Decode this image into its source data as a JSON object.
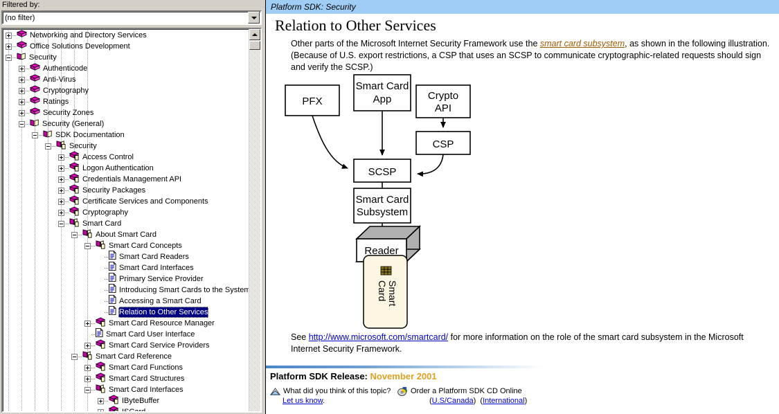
{
  "left_pane": {
    "filter_label": "Filtered by:",
    "filter_value": "(no filter)",
    "filter_arrow_icon": "chevron-down-icon",
    "scrollbar": {
      "up_icon": "scroll-up-arrow-icon"
    },
    "tree": [
      {
        "label": "Networking and Directory Services",
        "depth": 0,
        "state": "plus",
        "icon": "closed-book-icon"
      },
      {
        "label": "Office Solutions Development",
        "depth": 0,
        "state": "plus",
        "icon": "closed-book-icon"
      },
      {
        "label": "Security",
        "depth": 0,
        "state": "minus",
        "icon": "open-book-icon"
      },
      {
        "label": "Authenticode",
        "depth": 1,
        "state": "plus",
        "icon": "closed-book-icon"
      },
      {
        "label": "Anti-Virus",
        "depth": 1,
        "state": "plus",
        "icon": "closed-book-icon"
      },
      {
        "label": "Cryptography",
        "depth": 1,
        "state": "plus",
        "icon": "closed-book-icon"
      },
      {
        "label": "Ratings",
        "depth": 1,
        "state": "plus",
        "icon": "closed-book-icon"
      },
      {
        "label": "Security Zones",
        "depth": 1,
        "state": "plus",
        "icon": "closed-book-icon"
      },
      {
        "label": "Security (General)",
        "depth": 1,
        "state": "minus",
        "icon": "open-book-icon"
      },
      {
        "label": "SDK Documentation",
        "depth": 2,
        "state": "minus",
        "icon": "open-book-icon"
      },
      {
        "label": "Security",
        "depth": 3,
        "state": "minus",
        "icon": "open-book-page-icon"
      },
      {
        "label": "Access Control",
        "depth": 4,
        "state": "plus",
        "icon": "closed-book-page-icon"
      },
      {
        "label": "Logon Authentication",
        "depth": 4,
        "state": "plus",
        "icon": "closed-book-page-icon"
      },
      {
        "label": "Credentials Management API",
        "depth": 4,
        "state": "plus",
        "icon": "closed-book-page-icon"
      },
      {
        "label": "Security Packages",
        "depth": 4,
        "state": "plus",
        "icon": "closed-book-page-icon"
      },
      {
        "label": "Certificate Services and Components",
        "depth": 4,
        "state": "plus",
        "icon": "closed-book-page-icon"
      },
      {
        "label": "Cryptography",
        "depth": 4,
        "state": "plus",
        "icon": "closed-book-page-icon"
      },
      {
        "label": "Smart Card",
        "depth": 4,
        "state": "minus",
        "icon": "open-book-page-icon"
      },
      {
        "label": "About Smart Card",
        "depth": 5,
        "state": "minus",
        "icon": "open-book-page-icon"
      },
      {
        "label": "Smart Card Concepts",
        "depth": 6,
        "state": "minus",
        "icon": "open-book-page-icon"
      },
      {
        "label": "Smart Card Readers",
        "depth": 7,
        "state": "none",
        "icon": "page-icon"
      },
      {
        "label": "Smart Card Interfaces",
        "depth": 7,
        "state": "none",
        "icon": "page-icon"
      },
      {
        "label": "Primary Service Provider",
        "depth": 7,
        "state": "none",
        "icon": "page-icon"
      },
      {
        "label": "Introducing Smart Cards to the System",
        "depth": 7,
        "state": "none",
        "icon": "page-icon"
      },
      {
        "label": "Accessing a Smart Card",
        "depth": 7,
        "state": "none",
        "icon": "page-icon"
      },
      {
        "label": "Relation to Other Services",
        "depth": 7,
        "state": "none",
        "icon": "page-icon",
        "selected": true
      },
      {
        "label": "Smart Card Resource Manager",
        "depth": 6,
        "state": "plus",
        "icon": "closed-book-page-icon"
      },
      {
        "label": "Smart Card User Interface",
        "depth": 6,
        "state": "none",
        "icon": "page-icon"
      },
      {
        "label": "Smart Card Service Providers",
        "depth": 6,
        "state": "plus",
        "icon": "closed-book-page-icon"
      },
      {
        "label": "Smart Card Reference",
        "depth": 5,
        "state": "minus",
        "icon": "open-book-page-icon"
      },
      {
        "label": "Smart Card Functions",
        "depth": 6,
        "state": "plus",
        "icon": "closed-book-page-icon"
      },
      {
        "label": "Smart Card Structures",
        "depth": 6,
        "state": "plus",
        "icon": "closed-book-page-icon"
      },
      {
        "label": "Smart Card Interfaces",
        "depth": 6,
        "state": "minus",
        "icon": "open-book-page-icon"
      },
      {
        "label": "IByteBuffer",
        "depth": 7,
        "state": "plus",
        "icon": "closed-book-page-icon"
      },
      {
        "label": "ISCard",
        "depth": 7,
        "state": "plus",
        "icon": "closed-book-page-icon"
      }
    ]
  },
  "right_pane": {
    "topic_bar": "Platform SDK: Security",
    "page_title": "Relation to Other Services",
    "intro": {
      "part1": "Other parts of the Microsoft Internet Security Framework use the ",
      "link": "smart card subsystem",
      "part2": ", as shown in the following illustration. (Because of U.S. export restrictions, a CSP that uses an SCSP to communicate cryptographic-related requests should sign and verify the SCSP.)"
    },
    "diagram": {
      "boxes": [
        {
          "id": "pfx",
          "label": "PFX"
        },
        {
          "id": "smartcardapp",
          "label": "Smart Card\nApp"
        },
        {
          "id": "cryptoapi",
          "label": "Crypto\nAPI"
        },
        {
          "id": "csp",
          "label": "CSP"
        },
        {
          "id": "scsp",
          "label": "SCSP"
        },
        {
          "id": "subsystem",
          "label": "Smart Card\nSubsystem"
        },
        {
          "id": "reader",
          "label": "Reader"
        },
        {
          "id": "card",
          "label": "Smart\nCard"
        }
      ],
      "edges": [
        {
          "from": "pfx",
          "to": "scsp",
          "style": "curved"
        },
        {
          "from": "smartcardapp",
          "to": "scsp",
          "style": "straight"
        },
        {
          "from": "cryptoapi",
          "to": "csp",
          "style": "straight"
        },
        {
          "from": "csp",
          "to": "scsp",
          "style": "curved"
        },
        {
          "from": "scsp",
          "to": "subsystem",
          "style": "line"
        },
        {
          "from": "subsystem",
          "to": "reader",
          "style": "straight"
        }
      ],
      "card_color": "#fdf6e3",
      "chip_color": "#8a7a1a",
      "reader_side_color": "#b0b0b0"
    },
    "see_para": {
      "part1": "See ",
      "link": "http://www.microsoft.com/smartcard/",
      "part2": " for more information on the role of the smart card subsystem in the Microsoft Internet Security Framework."
    },
    "footer": {
      "release_prefix": "Platform SDK Release: ",
      "release_date": "November 2001",
      "feedback_icon": "envelope-icon",
      "feedback_text": "What did you think of this topic?",
      "feedback_link": "Let us know",
      "feedback_period": ".",
      "order_icon": "cd-disc-icon",
      "order_text": "Order a Platform SDK CD Online",
      "order_link_1": "U.S/Canada",
      "order_link_2": "International"
    }
  },
  "colors": {
    "topic_bar": "#a0cdf5",
    "selection": "#000080",
    "link_orange": "#a05a00",
    "link_blue": "#0000cd",
    "release_date": "#e0a020",
    "window_face": "#d4d0c8"
  }
}
